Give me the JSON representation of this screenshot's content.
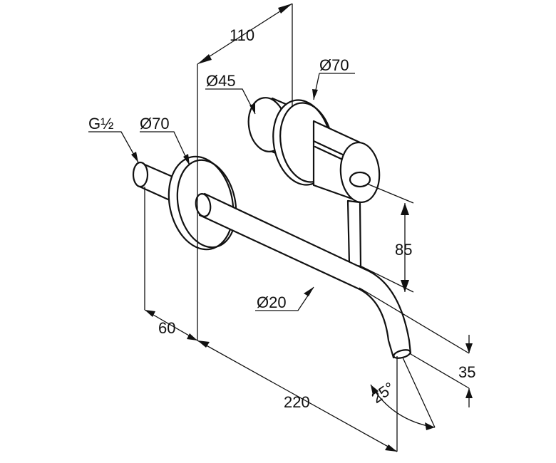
{
  "drawing": {
    "labels": {
      "width_110": "110",
      "diameter_45": "Ø45",
      "diameter_70_mixer": "Ø70",
      "thread": "G½",
      "diameter_70_spout": "Ø70",
      "height_85": "85",
      "diameter_20": "Ø20",
      "depth_60": "60",
      "drop_35": "35",
      "angle_25": "25°",
      "length_220": "220"
    }
  }
}
